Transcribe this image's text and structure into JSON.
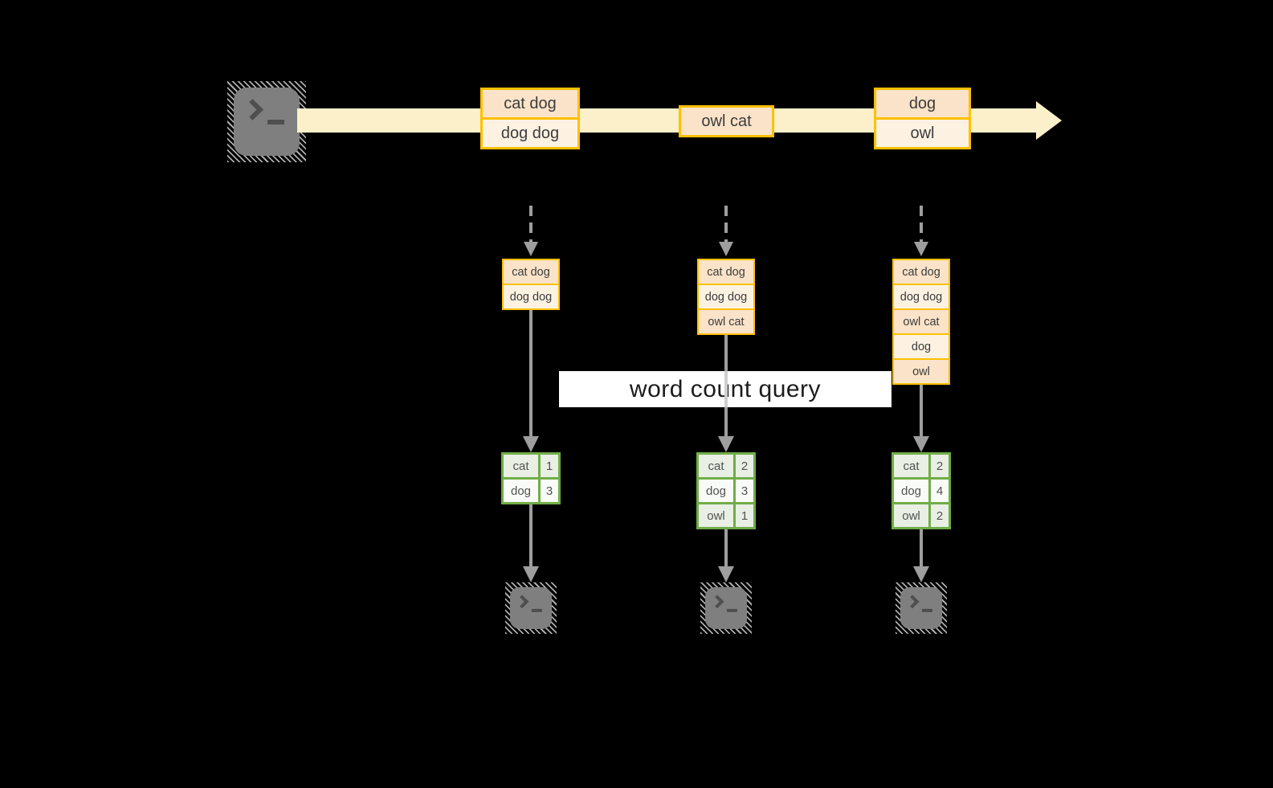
{
  "query": {
    "label": "word count query"
  },
  "stream": {
    "events": [
      {
        "lines": [
          "cat dog",
          "dog dog"
        ]
      },
      {
        "lines": [
          "owl cat"
        ]
      },
      {
        "lines": [
          "dog",
          "owl"
        ]
      }
    ]
  },
  "snapshots": [
    {
      "batch": [
        "cat dog",
        "dog dog"
      ],
      "counts": [
        {
          "word": "cat",
          "count": "1"
        },
        {
          "word": "dog",
          "count": "3"
        }
      ]
    },
    {
      "batch": [
        "cat dog",
        "dog dog",
        "owl cat"
      ],
      "counts": [
        {
          "word": "cat",
          "count": "2"
        },
        {
          "word": "dog",
          "count": "3"
        },
        {
          "word": "owl",
          "count": "1"
        }
      ]
    },
    {
      "batch": [
        "cat dog",
        "dog dog",
        "owl cat",
        "dog",
        "owl"
      ],
      "counts": [
        {
          "word": "cat",
          "count": "2"
        },
        {
          "word": "dog",
          "count": "4"
        },
        {
          "word": "owl",
          "count": "2"
        }
      ]
    }
  ],
  "icons": {
    "source": "terminal-icon",
    "sinks": [
      "terminal-icon",
      "terminal-icon",
      "terminal-icon"
    ]
  },
  "colors": {
    "background": "#000000",
    "stream_band": "#FCF0CB",
    "event_border": "#FFC000",
    "event_fill_dark": "#FAE3C8",
    "event_fill_light": "#FDF2E2",
    "table_border": "#70AD47",
    "table_fill_tint": "#E9EFE4",
    "table_fill_white": "#F9FBF8",
    "arrow_gray": "#9E9E9E",
    "terminal_gray": "#7F7F7F",
    "banner_bg": "#FFFFFF"
  }
}
